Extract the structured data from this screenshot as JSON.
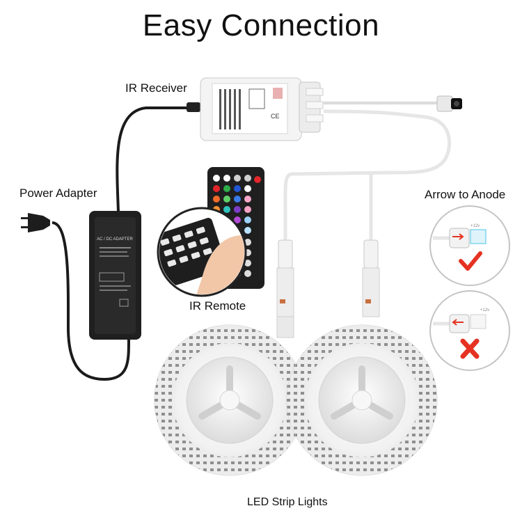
{
  "header": {
    "title": "Easy Connection"
  },
  "labels": {
    "ir_receiver": "IR Receiver",
    "power_adapter": "Power Adapter",
    "ir_remote": "IR Remote",
    "arrow_to_anode": "Arrow to Anode",
    "led_strip_lights": "LED Strip Lights"
  },
  "device_text": {
    "adapter_label": "AC / DC ADAPTER",
    "anode_mark": "+12v"
  },
  "status": {
    "correct": "check",
    "incorrect": "cross"
  },
  "colors": {
    "cable_black": "#1b1b1b",
    "cable_white": "#f2f2f2",
    "check_red": "#e53222",
    "cross_red": "#e53222",
    "accent_cyan": "#49c6e5"
  }
}
